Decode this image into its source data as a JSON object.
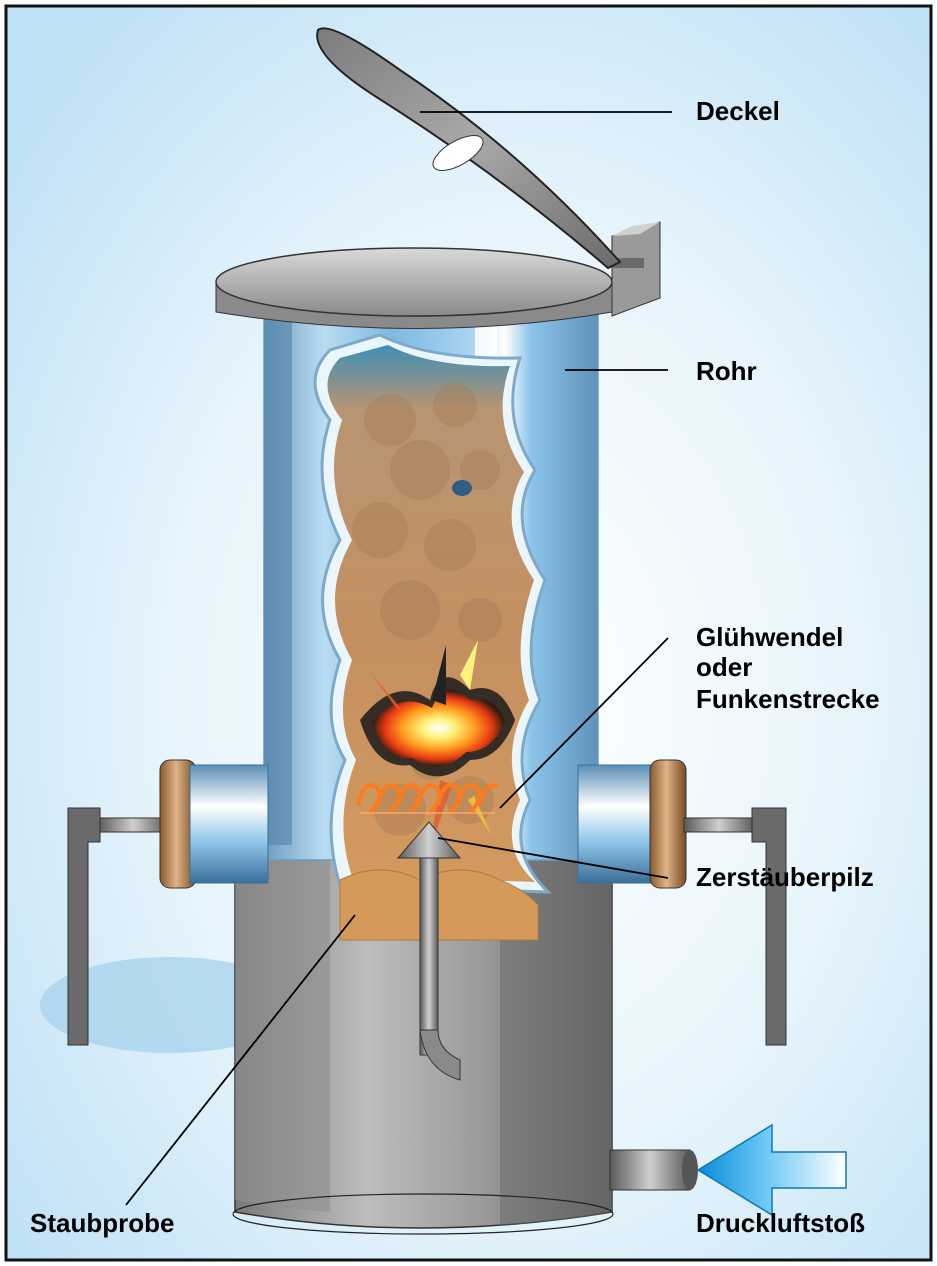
{
  "labels": {
    "lid": "Deckel",
    "tube": "Rohr",
    "igniter_line1": "Glühwendel",
    "igniter_line2": "oder",
    "igniter_line3": "Funkenstrecke",
    "nozzle": "Zerstäuberpilz",
    "sample": "Staubprobe",
    "air": "Druckluftstoß"
  },
  "colors": {
    "background": "#d6ecf8",
    "frame": "#111111",
    "steel_light": "#c9c9c9",
    "steel_dark": "#6f6f6f",
    "tube_blue": "#8fc6e9",
    "dust_orange": "#c8955c",
    "flame_yellow": "#ffe36a",
    "coil_orange": "#f07a18",
    "arrow_blue": "#1aa0e6"
  }
}
